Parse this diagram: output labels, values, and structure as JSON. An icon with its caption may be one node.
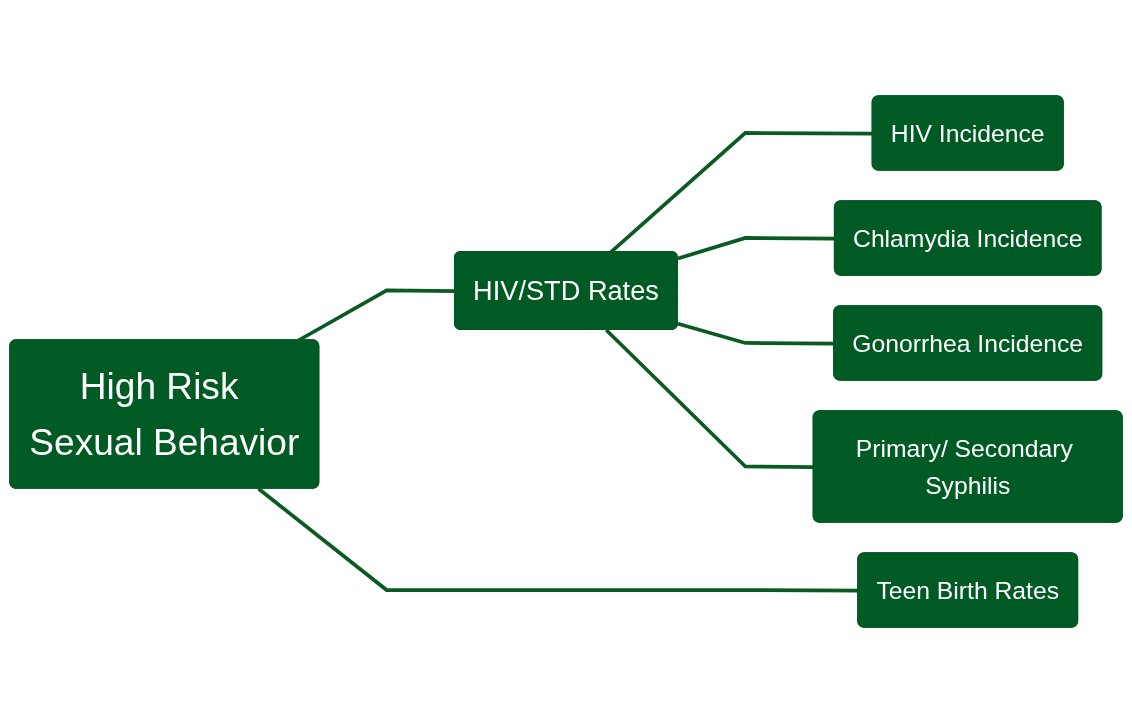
{
  "diagram": {
    "nodes": [
      {
        "text": [
          "High Risk Sexual Behavior"
        ]
      },
      {
        "text": [
          "HIV/STD Rates"
        ]
      },
      {
        "text": [
          "HIV Incidence"
        ]
      },
      {
        "text": [
          "Chlamydia Incidence"
        ]
      },
      {
        "text": [
          "Gonorrhea Incidence"
        ]
      },
      {
        "text": [
          "Primary/ Secondary Syphilis"
        ]
      },
      {
        "text": [
          "Teen Birth Rates"
        ]
      }
    ],
    "edges": [
      {
        "from": 0,
        "to": 1,
        "arrow": "none"
      },
      {
        "from": 1,
        "to": 2,
        "arrow": "none"
      },
      {
        "from": 1,
        "to": 3,
        "arrow": "none"
      },
      {
        "from": 1,
        "to": 4,
        "arrow": "none"
      },
      {
        "from": 1,
        "to": 5,
        "arrow": "none"
      },
      {
        "from": 0,
        "to": 6,
        "arrow": "none"
      }
    ]
  }
}
